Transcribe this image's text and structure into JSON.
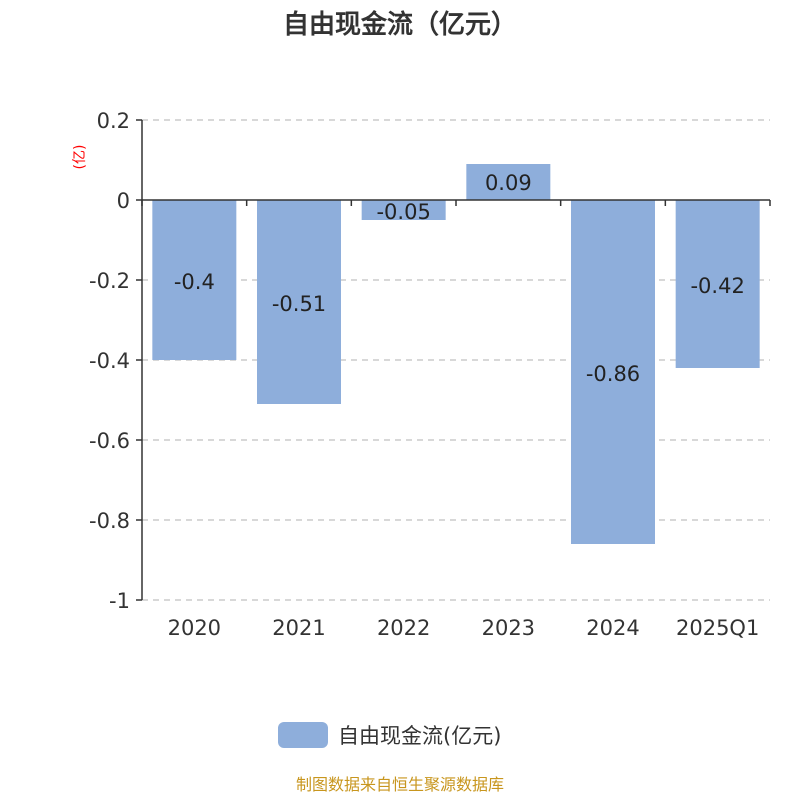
{
  "chart_data": {
    "type": "bar",
    "title": "自由现金流（亿元）",
    "ylabel": "(亿)",
    "xlabel": "",
    "categories": [
      "2020",
      "2021",
      "2022",
      "2023",
      "2024",
      "2025Q1"
    ],
    "series": [
      {
        "name": "自由现金流(亿元)",
        "values": [
          -0.4,
          -0.51,
          -0.05,
          0.09,
          -0.86,
          -0.42
        ],
        "color": "#8eaedb"
      }
    ],
    "data_labels": [
      "-0.4",
      "-0.51",
      "-0.05",
      "0.09",
      "-0.86",
      "-0.42"
    ],
    "ylim": [
      -1,
      0.2
    ],
    "yticks": [
      0.2,
      0,
      -0.2,
      -0.4,
      -0.6,
      -0.8,
      -1
    ],
    "ytick_labels": [
      "0.2",
      "0",
      "-0.2",
      "-0.4",
      "-0.6",
      "-0.8",
      "-1"
    ],
    "grid": true,
    "legend_position": "bottom-center"
  },
  "footer": "制图数据来自恒生聚源数据库",
  "colors": {
    "ylabel": "#ff0000",
    "footer": "#c8961e",
    "text": "#333333"
  }
}
